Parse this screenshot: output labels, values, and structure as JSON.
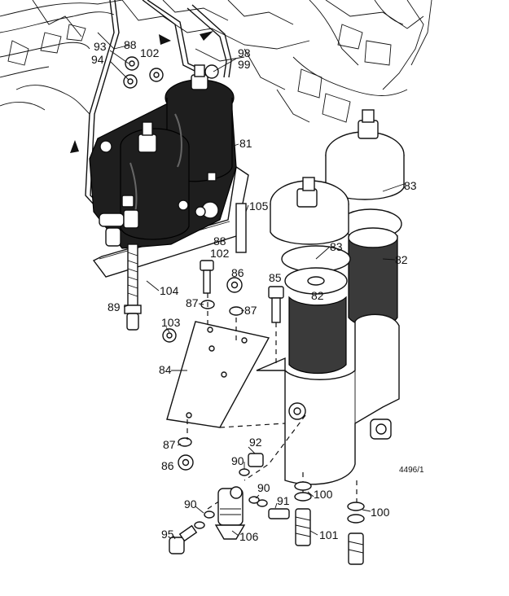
{
  "drawing_ref": "4496/1",
  "labels": {
    "l93": "93",
    "l88a": "88",
    "l94": "94",
    "l102a": "102",
    "l98": "98",
    "l99": "99",
    "l81": "81",
    "l83a": "83",
    "l105": "105",
    "l83b": "83",
    "l82a": "82",
    "l88b": "88",
    "l102b": "102",
    "l86a": "86",
    "l85": "85",
    "l82b": "82",
    "l104": "104",
    "l89": "89",
    "l87a": "87",
    "l87b": "87",
    "l103": "103",
    "l84": "84",
    "l87c": "87",
    "l92": "92",
    "l86b": "86",
    "l90a": "90",
    "l90b": "90",
    "l100a": "100",
    "l90c": "90",
    "l91": "91",
    "l100b": "100",
    "l95": "95",
    "l106": "106",
    "l101": "101"
  }
}
